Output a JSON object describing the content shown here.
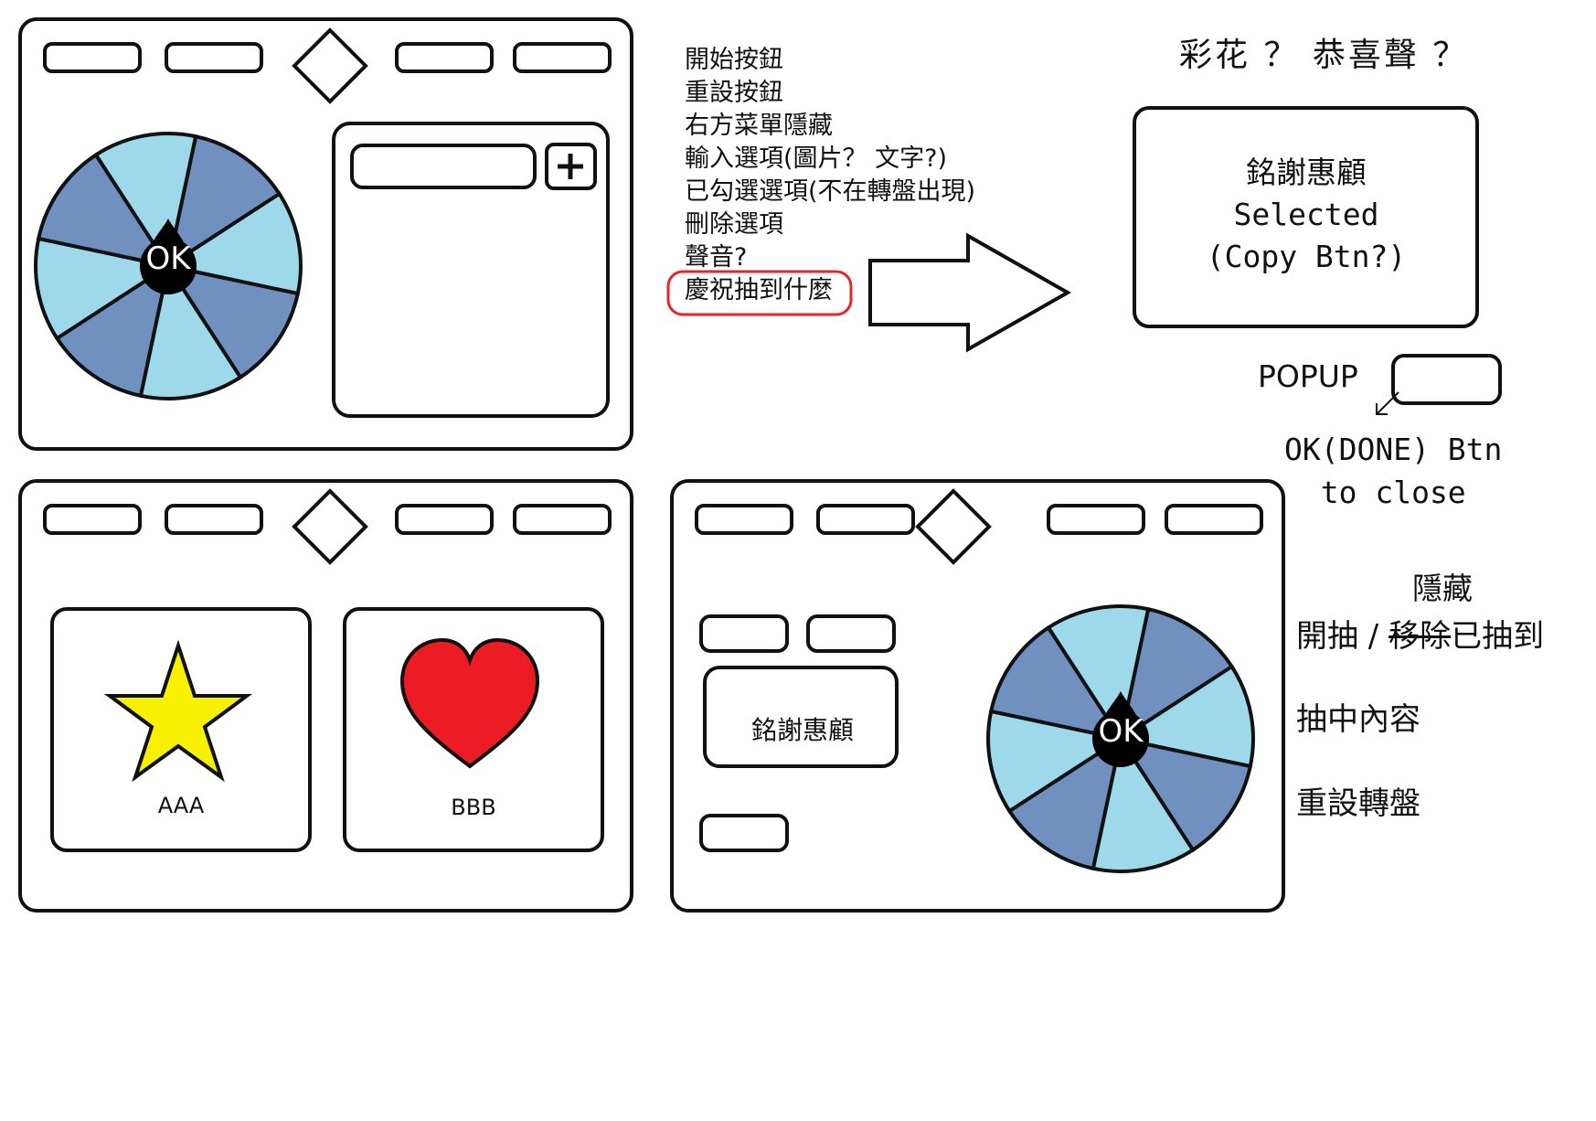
{
  "notes": {
    "lines": [
      "開始按鈕",
      "重設按鈕",
      "右方菜單隱藏",
      "輸入選項(圖片？ 文字?)",
      "已勾選選項(不在轉盤出現)",
      "刪除選項",
      "聲音?"
    ],
    "highlight": "慶祝抽到什麼"
  },
  "popup": {
    "title": "彩花 ？ 恭喜聲 ？",
    "result": "銘謝惠顧",
    "selected": "Selected",
    "copy": "(Copy Btn?)",
    "label": "POPUP",
    "ok_line1": "OK(DONE)  Btn",
    "ok_line2": "to close"
  },
  "wheel": {
    "center_label": "OK"
  },
  "cards": [
    {
      "label": "AAA",
      "icon": "star-icon",
      "color": "#f7f000"
    },
    {
      "label": "BBB",
      "icon": "heart-icon",
      "color": "#ec1c24"
    }
  ],
  "result_screen": {
    "result_text": "銘謝惠顧"
  },
  "side_labels": {
    "hide": "隱藏",
    "draw_prefix": "開抽 / ",
    "removed": "移除",
    "drawn": "已抽到",
    "content": "抽中內容",
    "reset": "重設轉盤"
  },
  "colors": {
    "wheel_light": "#9dd9ea",
    "wheel_dark": "#7090c0",
    "highlight": "#e5252d",
    "stroke": "#111111"
  }
}
